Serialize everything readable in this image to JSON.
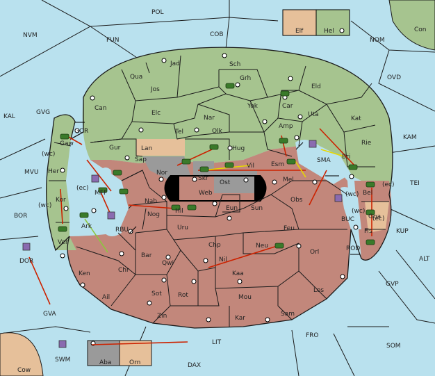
{
  "legend": {
    "powers": [
      {
        "name": "Elf",
        "color": "#e6c09a"
      },
      {
        "name": "Hel",
        "color": "#a6c48f"
      }
    ]
  },
  "colors": {
    "sea": "#b9e1ee",
    "green_power": "#a6c48f",
    "red_power": "#c2877b",
    "tan_power": "#e6c09a",
    "neutral_land": "#9a9a9a",
    "move_arrow": "#cc2200",
    "support_arrow": "#e8d800"
  },
  "labels": {
    "POL": "POL",
    "COB": "COB",
    "NVM": "NVM",
    "FUN": "FUN",
    "NOM": "NOM",
    "Con": "Con",
    "OVD": "OVD",
    "KAL": "KAL",
    "GVG": "GVG",
    "KAM": "KAM",
    "TEI": "TEI",
    "MVU": "MVU",
    "BOR": "BOR",
    "KUP": "KUP",
    "ALT": "ALT",
    "GVP": "GVP",
    "GVA": "GVA",
    "FRO": "FRO",
    "SOM": "SOM",
    "LIT": "LIT",
    "DAX": "DAX",
    "SWM": "SWM",
    "Cow": "Cow",
    "DOR": "DOR",
    "Jad": "Jad",
    "Sch": "Sch",
    "Qua": "Qua",
    "Grh": "Grh",
    "Jos": "Jos",
    "Eld": "Eld",
    "Can": "Can",
    "Yok": "Yok",
    "Car": "Car",
    "Elc": "Elc",
    "Nar": "Nar",
    "Uta": "Uta",
    "Kat": "Kat",
    "Tel": "Tel",
    "Olk": "Olk",
    "Amp": "Amp",
    "Gur": "Gur",
    "Hug": "Hug",
    "Rie": "Rie",
    "Lan": "Lan",
    "GOR": "GOR",
    "Gaw": "Gaw",
    "wc": "(wc)",
    "ec": "(ec)",
    "Her": "Her",
    "Sap": "Sap",
    "Nor": "Nor",
    "Skr": "Skr",
    "Vil": "Vil",
    "Esm": "Esm",
    "SMA": "SMA",
    "Bri": "Bri",
    "Ost": "Ost",
    "Web": "Web",
    "Mel": "Mel",
    "MFF": "MFF",
    "Kor": "Kor",
    "Nab": "Nab",
    "Hil": "Hil",
    "Eun": "Eun",
    "Sun": "Sun",
    "Obs": "Obs",
    "Bel": "Bel",
    "BUC": "BUC",
    "Ark": "Ark",
    "Nog": "Nog",
    "RBU": "RBU",
    "Gna": "Gna",
    "Uru": "Uru",
    "Feu": "Feu",
    "Fis": "Fis",
    "Ver": "Ver",
    "Chp": "Chp",
    "Neu": "Neu",
    "Bar": "Bar",
    "Qwi": "Qwi",
    "Nil": "Nil",
    "Orl": "Orl",
    "ROD": "ROD",
    "Ken": "Ken",
    "Chr": "Chr",
    "Kaa": "Kaa",
    "Ail": "Ail",
    "Sot": "Sot",
    "Rot": "Rot",
    "Mou": "Mou",
    "Los": "Los",
    "Zin": "Zin",
    "Kar": "Kar",
    "Sam": "Sam",
    "Aba": "Aba",
    "Orn": "Orn"
  }
}
